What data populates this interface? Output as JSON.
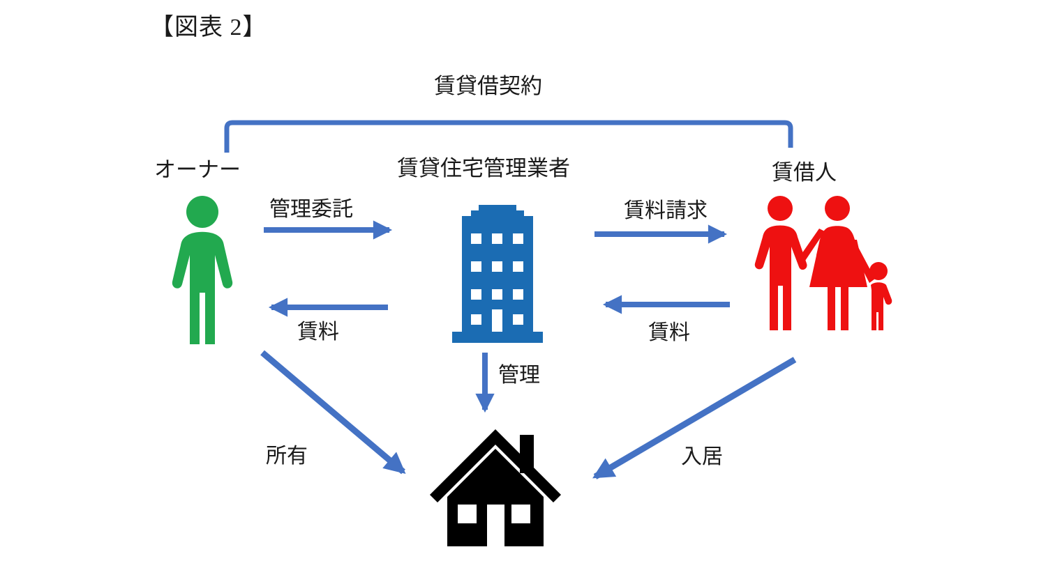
{
  "title": "【図表 2】",
  "nodes": {
    "owner": {
      "label": "オーナー",
      "icon": "person-icon"
    },
    "manager": {
      "label": "賃貸住宅管理業者",
      "icon": "building-icon"
    },
    "tenant": {
      "label": "賃借人",
      "icon": "family-icon"
    },
    "house": {
      "label": "",
      "icon": "house-icon"
    }
  },
  "edges": {
    "lease_contract": {
      "label": "賃貸借契約",
      "from": "owner",
      "to": "tenant",
      "style": "bracket"
    },
    "management_entrust": {
      "label": "管理委託",
      "from": "owner",
      "to": "manager",
      "style": "arrow"
    },
    "rent_billing": {
      "label": "賃料請求",
      "from": "manager",
      "to": "tenant",
      "style": "arrow"
    },
    "rent_to_owner": {
      "label": "賃料",
      "from": "manager",
      "to": "owner",
      "style": "arrow"
    },
    "rent_to_manager": {
      "label": "賃料",
      "from": "tenant",
      "to": "manager",
      "style": "arrow"
    },
    "management": {
      "label": "管理",
      "from": "manager",
      "to": "house",
      "style": "arrow"
    },
    "ownership": {
      "label": "所有",
      "from": "owner",
      "to": "house",
      "style": "arrow"
    },
    "occupancy": {
      "label": "入居",
      "from": "tenant",
      "to": "house",
      "style": "arrow"
    }
  },
  "colors": {
    "arrow": "#4472C4",
    "owner_icon": "#22A94F",
    "manager_icon": "#1B6CB3",
    "tenant_icon": "#EE1111",
    "house_icon": "#000000",
    "text": "#1a1a1a"
  }
}
